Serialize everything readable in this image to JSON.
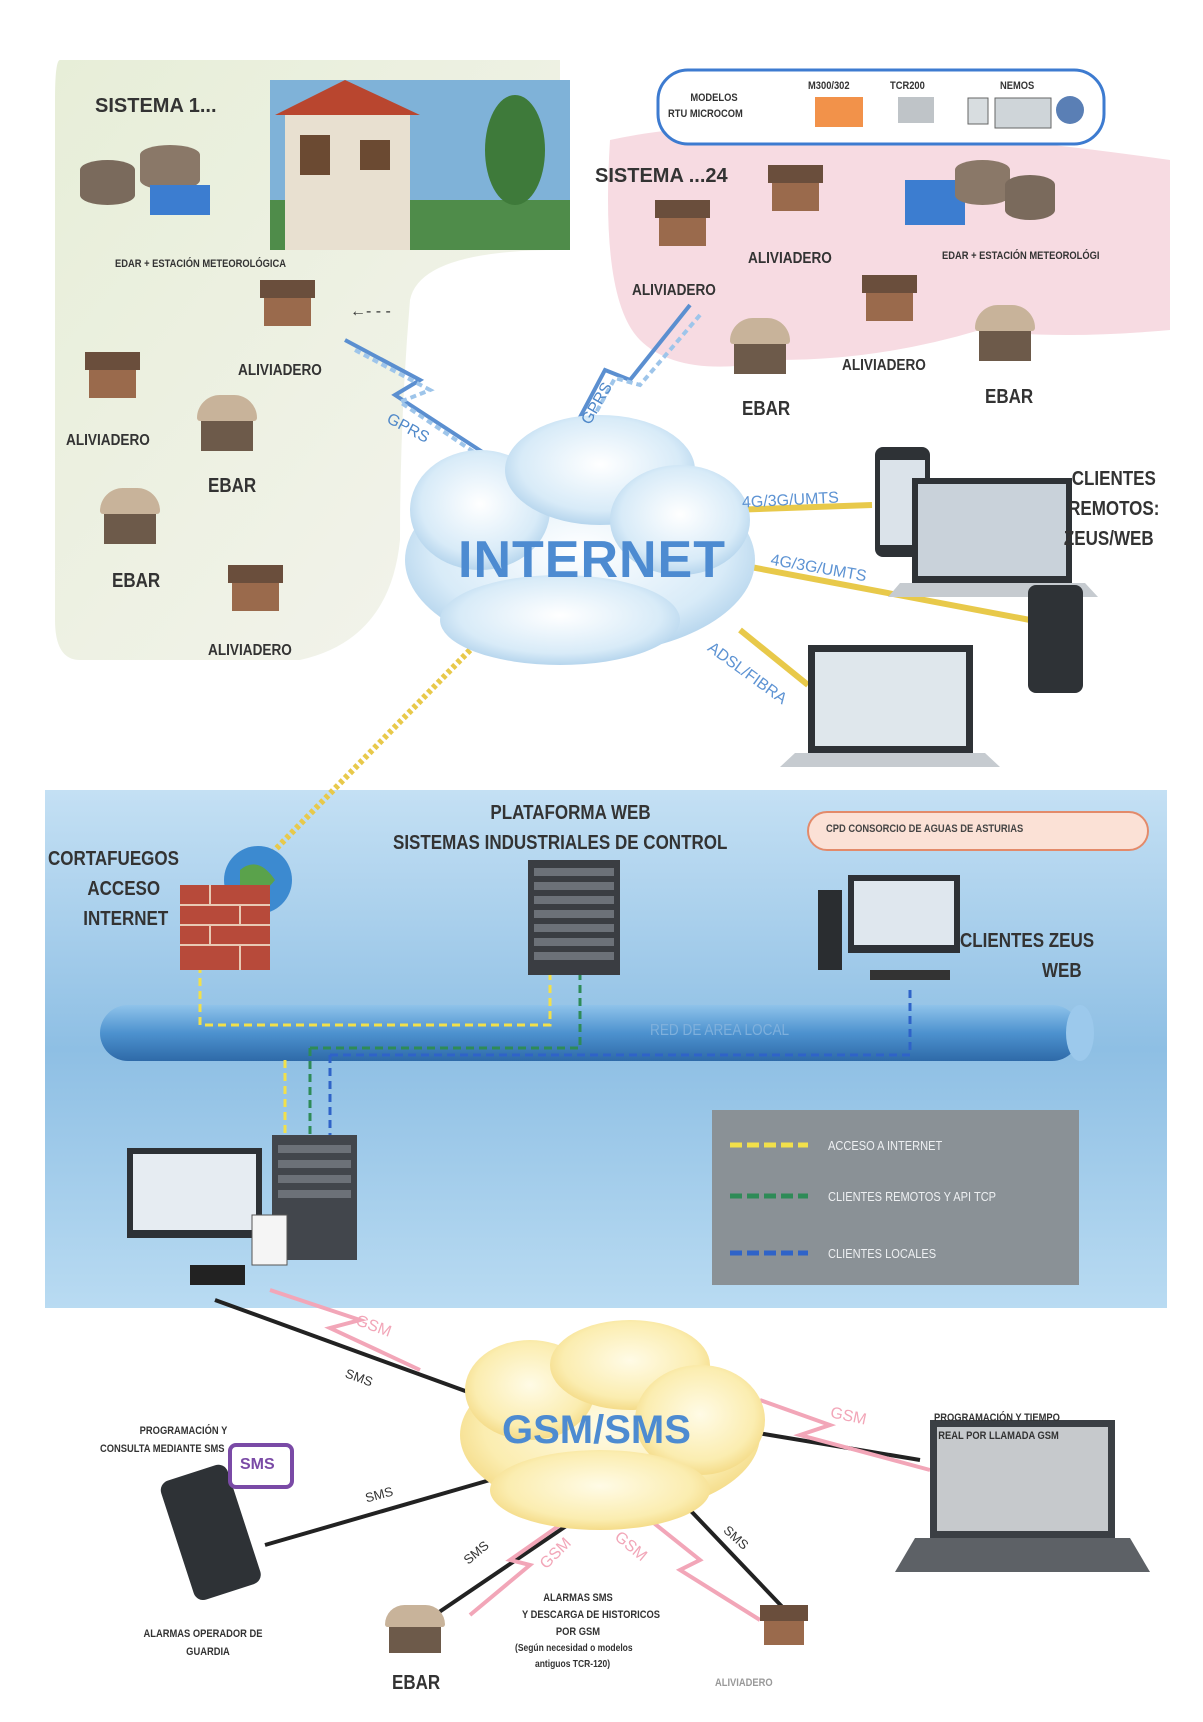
{
  "top_left": {
    "title": "SISTEMA 1...",
    "edar_label": "EDAR + ESTACIÓN METEOROLÓGICA",
    "aliviadero_1": "ALIVIADERO",
    "aliviadero_2": "ALIVIADERO",
    "aliviadero_3": "ALIVIADERO",
    "ebar_1": "EBAR",
    "ebar_2": "EBAR",
    "gprs": "GPRS"
  },
  "rtu_box": {
    "label_line1": "MODELOS",
    "label_line2": "RTU MICROCOM",
    "model_1": "M300/302",
    "model_2": "TCR200",
    "model_3": "NEMOS"
  },
  "top_right": {
    "title": "SISTEMA ...24",
    "edar_label": "EDAR + ESTACIÓN METEOROLÓGI",
    "aliviadero_1": "ALIVIADERO",
    "aliviadero_2": "ALIVIADERO",
    "aliviadero_3": "ALIVIADERO",
    "ebar_1": "EBAR",
    "ebar_2": "EBAR",
    "gprs": "GPRS"
  },
  "internet": {
    "label": "INTERNET",
    "link_1": "4G/3G/UMTS",
    "link_2": "4G/3G/UMTS",
    "link_3": "ADSL/FIBRA"
  },
  "remote_clients": {
    "line1": "CLIENTES",
    "line2": "REMOTOS:",
    "line3": "ZEUS/WEB"
  },
  "cpd": {
    "badge": "CPD CONSORCIO DE AGUAS DE ASTURIAS",
    "platform_line1": "PLATAFORMA WEB",
    "platform_line2": "SISTEMAS INDUSTRIALES DE CONTROL",
    "firewall_line1": "CORTAFUEGOS",
    "firewall_line2": "ACCESO",
    "firewall_line3": "INTERNET",
    "zeus_line1": "CLIENTES ZEUS",
    "zeus_line2": "WEB",
    "lan_label": "RED DE AREA LOCAL"
  },
  "legend": {
    "items": [
      {
        "label": "ACCESO A INTERNET",
        "color": "#f2e04a"
      },
      {
        "label": "CLIENTES REMOTOS Y API TCP",
        "color": "#2e8b57"
      },
      {
        "label": "CLIENTES LOCALES",
        "color": "#2f63c8"
      }
    ]
  },
  "gsm": {
    "label": "GSM/SMS",
    "gsm_1": "GSM",
    "sms_1": "SMS",
    "gsm_2": "GSM",
    "sms_2": "SMS",
    "sms_3": "SMS",
    "gsm_3": "GSM",
    "gsm_4": "GSM",
    "sms_4": "SMS",
    "left_line1": "PROGRAMACIÓN Y",
    "left_line2": "CONSULTA MEDIANTE SMS",
    "sms_badge": "SMS",
    "operator_line1": "ALARMAS OPERADOR DE",
    "operator_line2": "GUARDIA",
    "ebar": "EBAR",
    "alarm_line1": "ALARMAS SMS",
    "alarm_line2": "Y DESCARGA DE HISTORICOS",
    "alarm_line3": "POR GSM",
    "alarm_line4": "(Según necesidad o modelos",
    "alarm_line5": "antiguos TCR-120)",
    "aliviadero": "ALIVIADERO",
    "right_line1": "PROGRAMACIÓN Y TIEMPO",
    "right_line2": "REAL POR LLAMADA GSM"
  }
}
